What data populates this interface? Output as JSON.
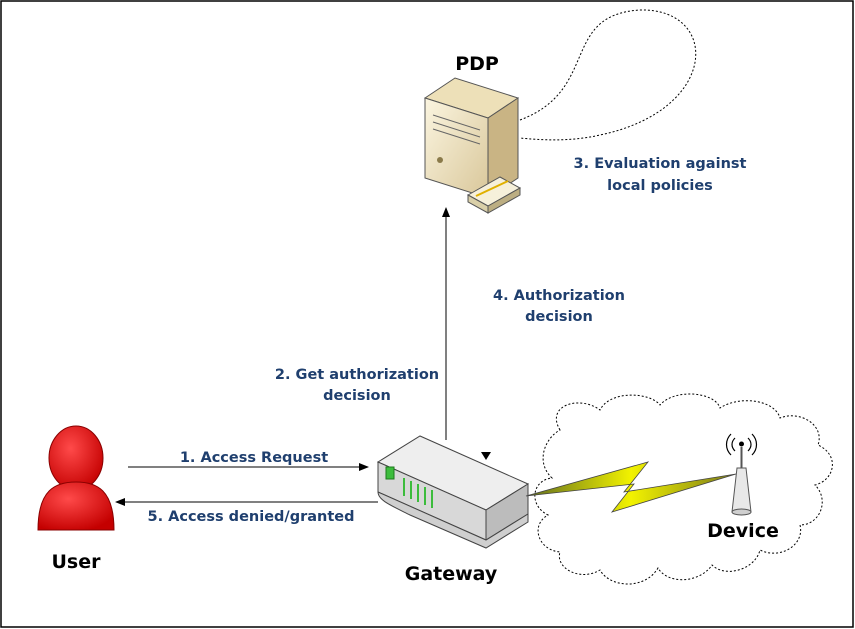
{
  "nodes": {
    "pdp": "PDP",
    "user": "User",
    "gateway": "Gateway",
    "device": "Device"
  },
  "steps": {
    "access_request": "1. Access Request",
    "get_auth_line1": "2. Get authorization",
    "get_auth_line2": "decision",
    "evaluation_line1": "3. Evaluation against",
    "evaluation_line2": "local policies",
    "auth_decision_line1": "4. Authorization",
    "auth_decision_line2": "decision",
    "access_result": "5. Access denied/granted"
  },
  "colors": {
    "label_text": "#1f3f6e",
    "user_fill": "#e51414",
    "lightning_fill": "#e8e800",
    "server_body": "#f2e6c4"
  }
}
